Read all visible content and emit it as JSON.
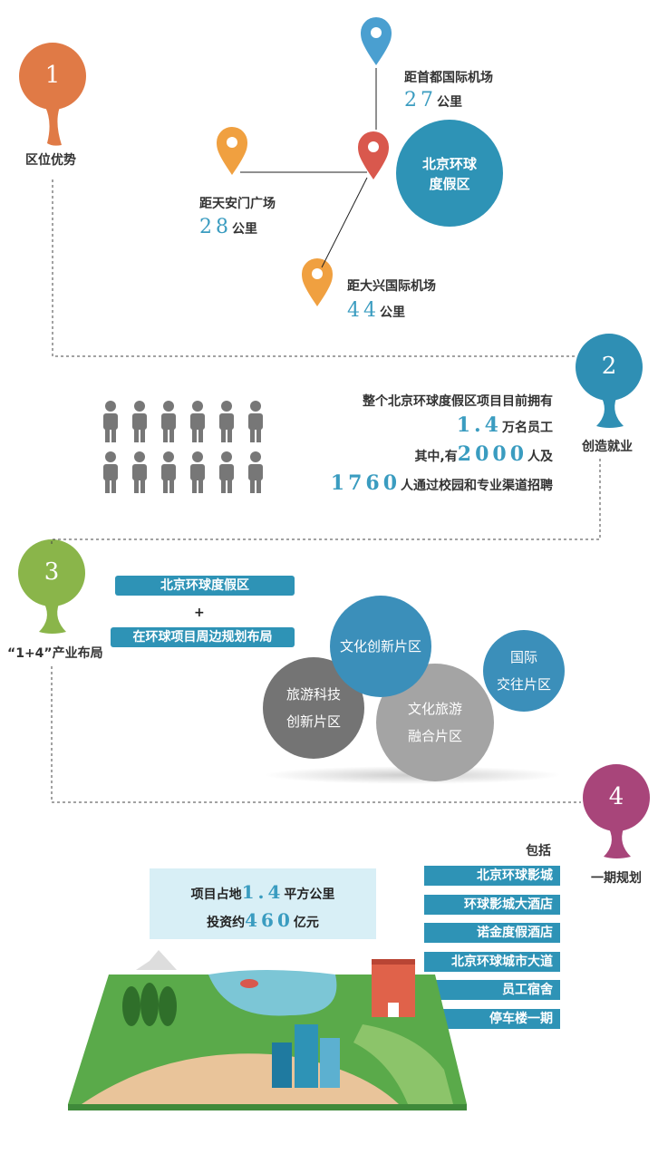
{
  "sections": [
    {
      "number": "1",
      "title": "区位优势",
      "color": "#e07a46"
    },
    {
      "number": "2",
      "title": "创造就业",
      "color": "#2f8fb4"
    },
    {
      "number": "3",
      "title": "“1+4”产业布局",
      "color": "#8ab54a"
    },
    {
      "number": "4",
      "title": "一期规划",
      "color": "#a8457a"
    }
  ],
  "location": {
    "center": "北京环球度假区",
    "center_line1": "北京环球",
    "center_line2": "度假区",
    "distances": [
      {
        "label": "距首都国际机场",
        "value": "27",
        "unit": "公里"
      },
      {
        "label": "距天安门广场",
        "value": "28",
        "unit": "公里"
      },
      {
        "label": "距大兴国际机场",
        "value": "44",
        "unit": "公里"
      }
    ]
  },
  "jobs": {
    "line1": "整个北京环球度假区项目目前拥有",
    "total": "1.4",
    "total_unit": "万名员工",
    "line3_prefix": "其中,有",
    "count1": "2000",
    "line3_suffix": "人及",
    "count2": "1760",
    "line4_suffix": "人通过校园和专业渠道招聘"
  },
  "layout": {
    "pill1": "北京环球度假区",
    "plus": "+",
    "pill2": "在环球项目周边规划布局",
    "zones": [
      "文化创新片区",
      "国际交往片区",
      "旅游科技创新片区",
      "文化旅游融合片区"
    ],
    "zone_lines": {
      "culture_innov": [
        "文化创新片区"
      ],
      "intl": [
        "国际",
        "交往片区"
      ],
      "tech": [
        "旅游科技",
        "创新片区"
      ],
      "fusion": [
        "文化旅游",
        "融合片区"
      ]
    }
  },
  "phase1": {
    "area_prefix": "项目占地",
    "area": "1.4",
    "area_unit": "平方公里",
    "invest_prefix": "投资约",
    "invest": "460",
    "invest_unit": "亿元",
    "includes_label": "包括",
    "items": [
      "北京环球影城",
      "环球影城大酒店",
      "诺金度假酒店",
      "北京环球城市大道",
      "员工宿舍",
      "停车楼一期"
    ]
  }
}
